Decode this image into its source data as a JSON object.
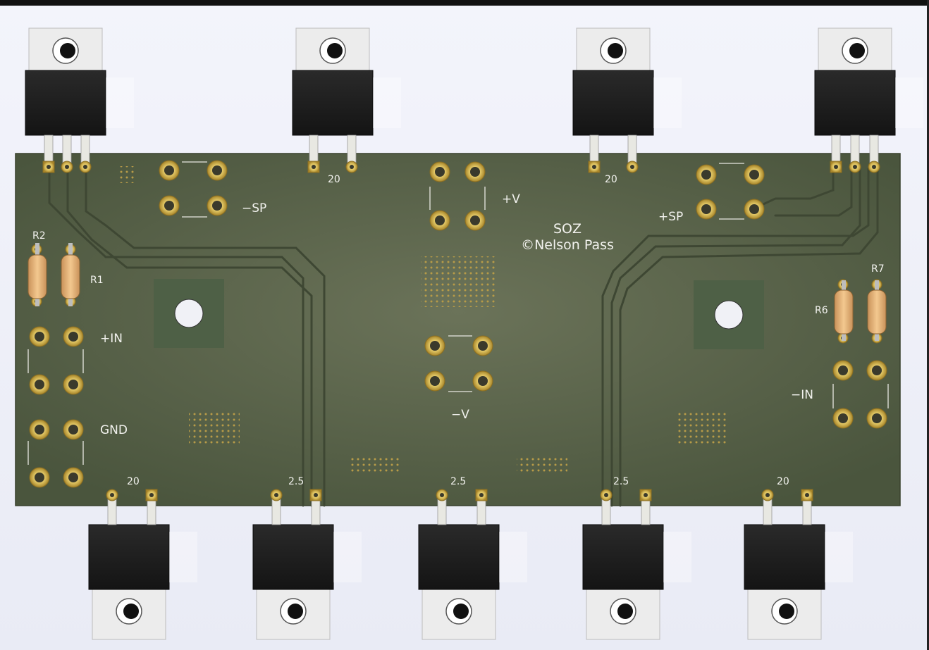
{
  "board": {
    "title": "SOZ",
    "copyright": "©Nelson Pass"
  },
  "labels": {
    "minus_sp": "−SP",
    "plus_sp": "+SP",
    "plus_v": "+V",
    "minus_v": "−V",
    "plus_in": "+IN",
    "minus_in": "−IN",
    "gnd": "GND"
  },
  "resistors": {
    "r1": "R1",
    "r2": "R2",
    "r6": "R6",
    "r7": "R7"
  },
  "power_resistors": {
    "top": [
      "20",
      "20"
    ],
    "bottom": [
      "20",
      "2.5",
      "2.5",
      "2.5",
      "20"
    ]
  },
  "colors": {
    "pcb": "#4f5a42",
    "silkscreen": "#f2f2ee",
    "pad_gold": "#c9a536",
    "package_body": "#1e1e1e",
    "tab": "#ececec"
  }
}
